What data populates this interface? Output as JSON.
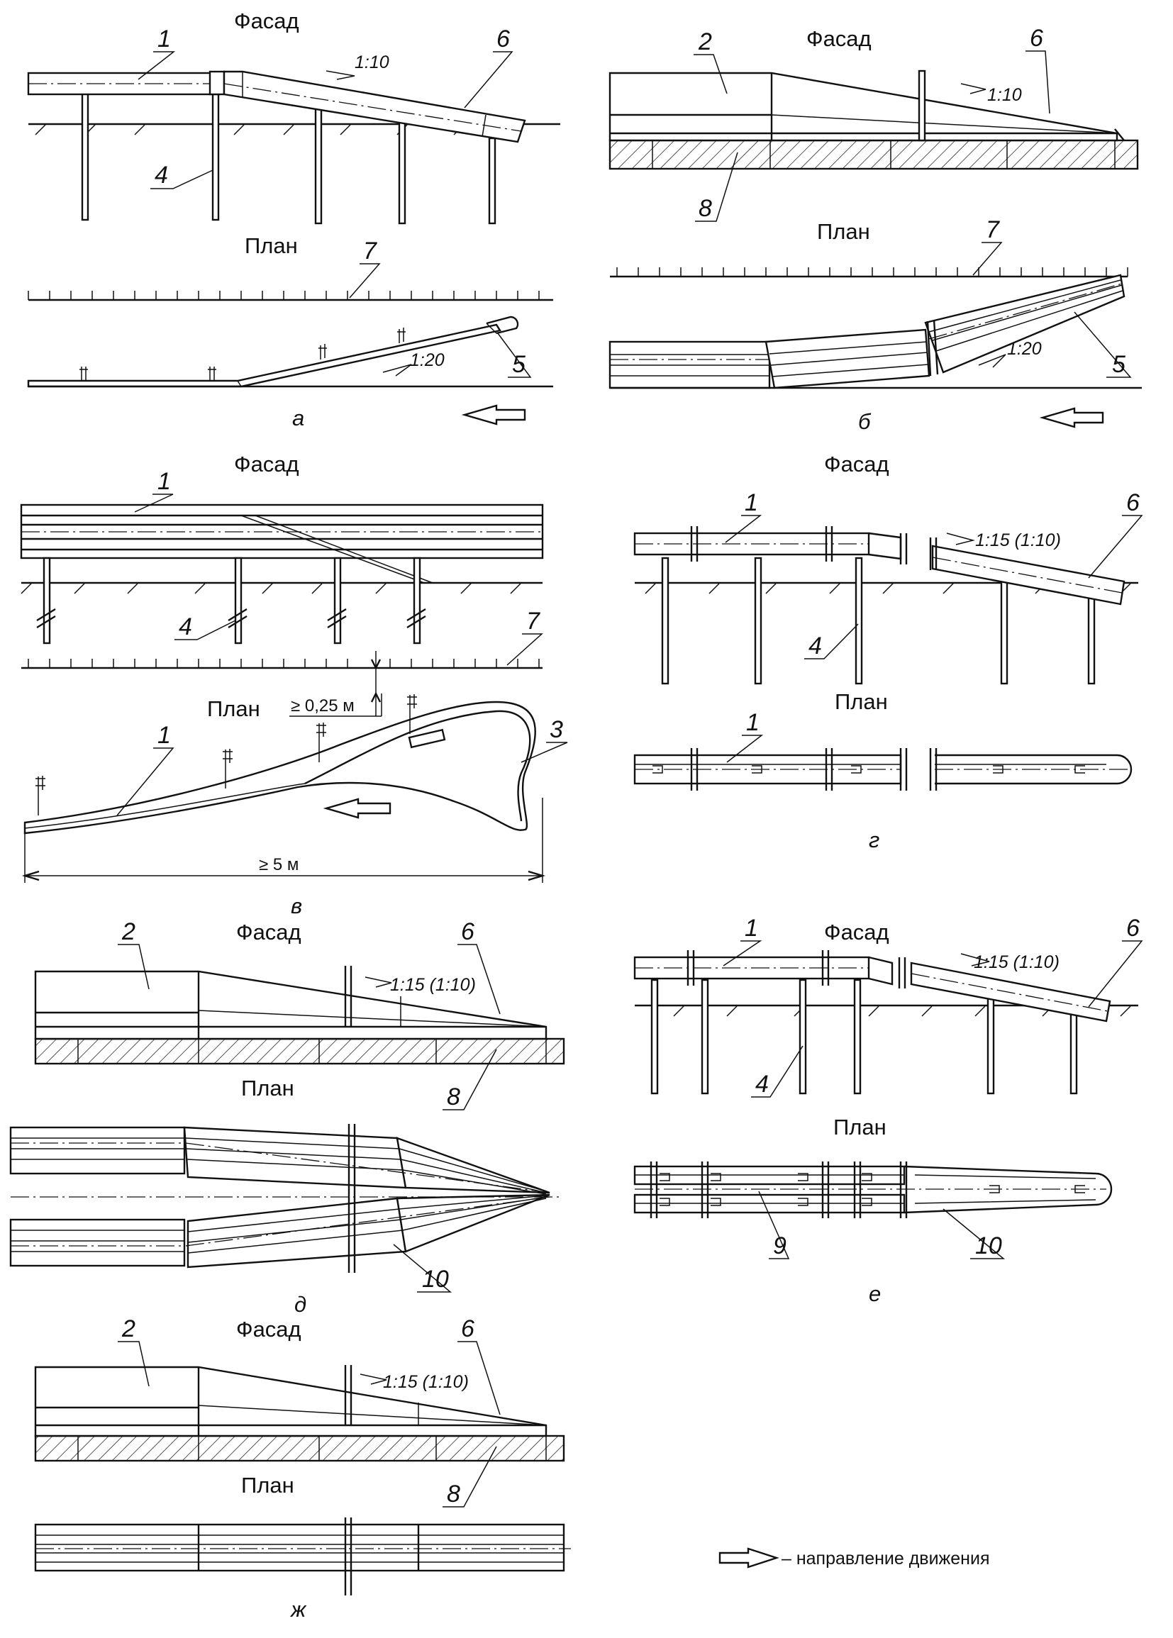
{
  "labels": {
    "facade": "Фасад",
    "plan": "План"
  },
  "captions": {
    "a": "а",
    "b": "б",
    "v": "в",
    "g": "г",
    "d": "д",
    "e": "е",
    "zh": "ж"
  },
  "callouts": {
    "n1": "1",
    "n2": "2",
    "n3": "3",
    "n4": "4",
    "n5": "5",
    "n6": "6",
    "n7": "7",
    "n8": "8",
    "n9": "9",
    "n10": "10"
  },
  "slopes": {
    "s_1_10": "1:10",
    "s_1_20": "1:20",
    "s_1_15": "1:15 (1:10)"
  },
  "dimensions": {
    "gap": "≥ 0,25 м",
    "length": "≥ 5 м"
  },
  "legend": {
    "text": "– направление движения"
  }
}
